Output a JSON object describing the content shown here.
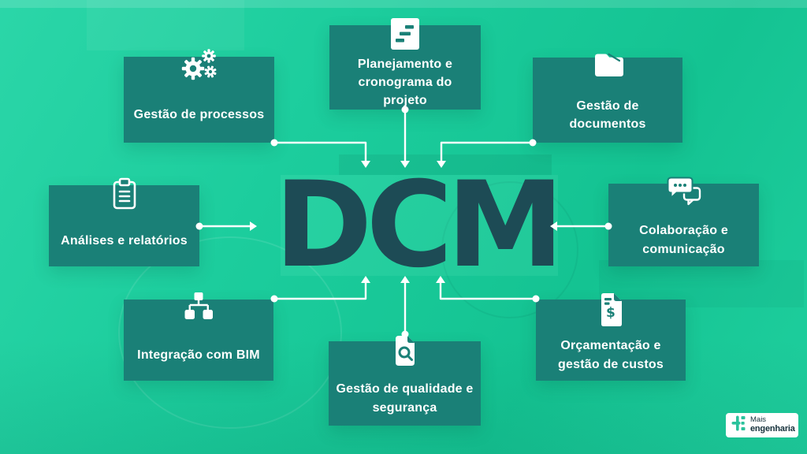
{
  "center": {
    "label": "DCM"
  },
  "nodes": [
    {
      "position": "top-left",
      "label": "Gestão de processos",
      "icon": "gears-icon"
    },
    {
      "position": "top-center",
      "label": "Planejamento e cronograma do projeto",
      "icon": "gantt-chart-icon"
    },
    {
      "position": "top-right",
      "label": "Gestão de documentos",
      "icon": "folder-icon"
    },
    {
      "position": "middle-left",
      "label": "Análises e relatórios",
      "icon": "clipboard-icon"
    },
    {
      "position": "middle-right",
      "label": "Colaboração e comunicação",
      "icon": "chat-bubbles-icon"
    },
    {
      "position": "bottom-left",
      "label": "Integração com BIM",
      "icon": "sitemap-icon"
    },
    {
      "position": "bottom-center",
      "label": "Gestão de qualidade e segurança",
      "icon": "document-search-icon"
    },
    {
      "position": "bottom-right",
      "label": "Orçamentação e gestão de custos",
      "icon": "invoice-icon"
    }
  ],
  "logo": {
    "name_top": "Mais",
    "name_bottom": "engenharia",
    "icon": "plus-e-logo-icon"
  },
  "colors": {
    "background": "#1bcb9b",
    "node_box": "#1a8077",
    "dark_text": "#1d4b55",
    "connector": "#ffffff",
    "logo_accent": "#2bc29c"
  }
}
